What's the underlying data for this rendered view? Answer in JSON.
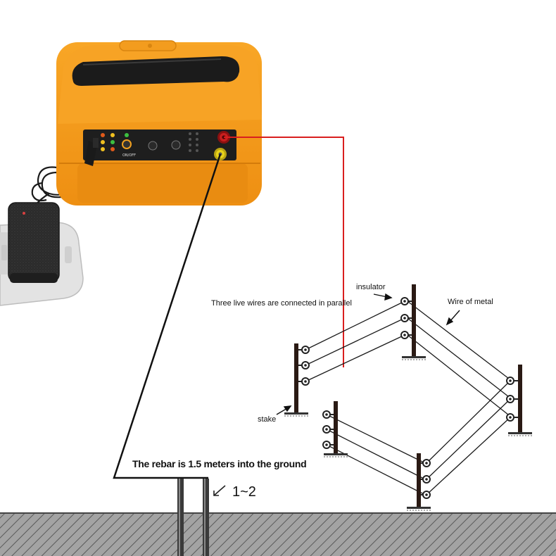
{
  "diagram": {
    "labels": {
      "parallel": "Three live wires are connected in parallel",
      "insulator": "insulator",
      "wire": "Wire of metal",
      "stake": "stake",
      "rebar": "The rebar is 1.5 meters into the ground",
      "quantity": "1~2"
    },
    "panel": {
      "switch_label": "ON/OFF"
    }
  },
  "colors": {
    "case": "#f59a1c",
    "case_dark": "#d97a0c",
    "handle": "#1b1b1b",
    "panel": "#1e1e1e",
    "live_wire": "#d91e1e",
    "ground_wire": "#111111",
    "terminal_live": "#c81e1e",
    "terminal_ground": "#e8d31a",
    "ground": "#9a9a9a",
    "rebar": "#333333",
    "remote": "#2d2d2d"
  }
}
